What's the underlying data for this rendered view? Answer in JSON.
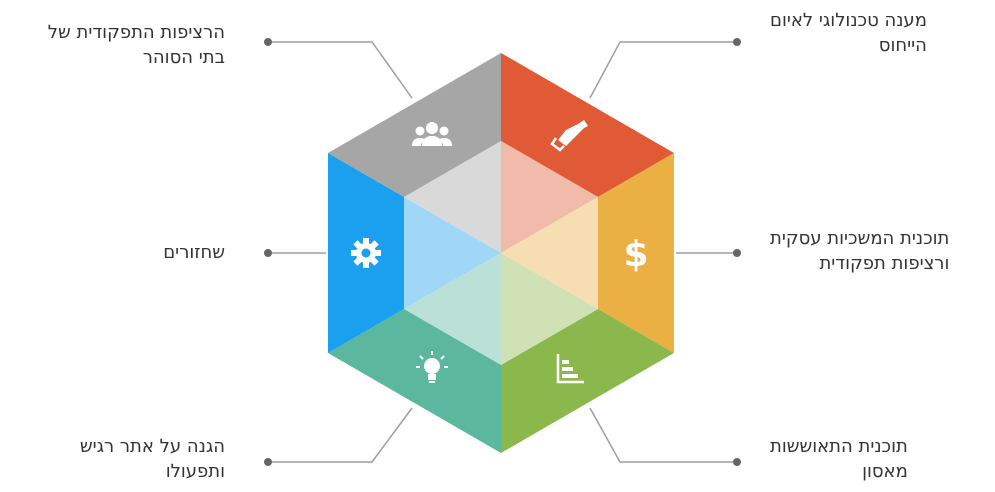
{
  "colors": {
    "top_right": "#e05a36",
    "right": "#ebb044",
    "bottom_right": "#8bb84c",
    "bottom_left": "#5cb79f",
    "left": "#1aa0ee",
    "top_left": "#a6a6a6",
    "connector": "#9e9e9e",
    "dot": "#666666"
  },
  "labels": {
    "top_right": [
      "מענה טכנולוגי לאיום",
      "הייחוס"
    ],
    "right": [
      "תוכנית המשכיות עסקית",
      "ורציפות תפקודית"
    ],
    "bottom_right": [
      "תוכנית התאוששות",
      "מאסון"
    ],
    "bottom_left": [
      "הגנה על אתר רגיש",
      "ותפעולו"
    ],
    "left": [
      "שחזורים"
    ],
    "top_left": [
      "הרציפות התפקודית של",
      "בתי הסוהר"
    ]
  },
  "icons": {
    "top_right": "handshake-icon",
    "right": "dollar-icon",
    "bottom_right": "bar-chart-icon",
    "bottom_left": "lightbulb-icon",
    "left": "gear-icon",
    "top_left": "users-icon"
  },
  "dollar_glyph": "$"
}
